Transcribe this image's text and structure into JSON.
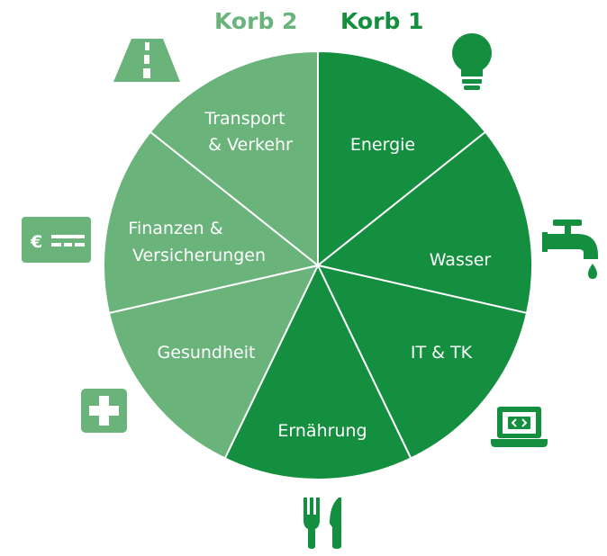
{
  "legend": {
    "korb2": {
      "label": "Korb 2",
      "color": "#6ab47b"
    },
    "korb1": {
      "label": "Korb 1",
      "color": "#148e3f"
    }
  },
  "segments": [
    {
      "id": "energie",
      "lines": [
        "Energie"
      ],
      "korb": 1,
      "icon": "lightbulb-icon"
    },
    {
      "id": "wasser",
      "lines": [
        "Wasser"
      ],
      "korb": 1,
      "icon": "water-tap-icon"
    },
    {
      "id": "it-tk",
      "lines": [
        "IT & TK"
      ],
      "korb": 1,
      "icon": "laptop-code-icon"
    },
    {
      "id": "ernaehrung",
      "lines": [
        "Ernährung"
      ],
      "korb": 1,
      "icon": "fork-knife-icon"
    },
    {
      "id": "gesundheit",
      "lines": [
        "Gesundheit"
      ],
      "korb": 2,
      "icon": "medical-cross-icon"
    },
    {
      "id": "finanzen",
      "lines": [
        "Finanzen &",
        "Versicherungen"
      ],
      "korb": 2,
      "icon": "euro-card-icon"
    },
    {
      "id": "transport",
      "lines": [
        "Transport",
        "& Verkehr"
      ],
      "korb": 2,
      "icon": "road-icon"
    }
  ],
  "colors": {
    "korb1": "#148e3f",
    "korb2": "#6ab47b",
    "divider": "#ffffff"
  }
}
